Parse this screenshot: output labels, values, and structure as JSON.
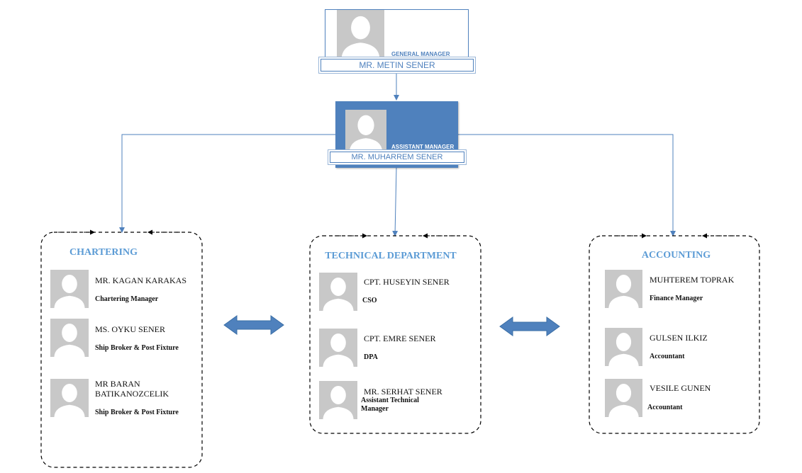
{
  "colors": {
    "accent": "#4f81bd",
    "accent_light": "#5b9bd5",
    "avatar_bg": "#c8c8c8",
    "assistant_box": "#4f81bd"
  },
  "general_manager": {
    "title": "GENERAL MANAGER",
    "name": "MR. METIN SENER"
  },
  "assistant_manager": {
    "title": "ASSISTANT MANAGER",
    "name": "MR. MUHARREM SENER"
  },
  "departments": {
    "chartering": {
      "title": "CHARTERING",
      "members": [
        {
          "name": "MR. KAGAN KARAKAS",
          "role": "Chartering Manager"
        },
        {
          "name": "MS. OYKU SENER",
          "role": "Ship Broker & Post Fixture"
        },
        {
          "name_line1": "MR BARAN",
          "name_line2": "BATIKANOZCELIK",
          "role": "Ship Broker & Post Fixture"
        }
      ]
    },
    "technical": {
      "title": "TECHNICAL DEPARTMENT",
      "members": [
        {
          "name": "CPT. HUSEYIN SENER",
          "role": "CSO"
        },
        {
          "name": "CPT. EMRE SENER",
          "role": "DPA"
        },
        {
          "name": "MR. SERHAT SENER",
          "role_line1": "Assistant Technical",
          "role_line2": "Manager"
        }
      ]
    },
    "accounting": {
      "title": "ACCOUNTING",
      "members": [
        {
          "name": "MUHTEREM TOPRAK",
          "role": "Finance Manager"
        },
        {
          "name": "GULSEN ILKIZ",
          "role": "Accountant"
        },
        {
          "name": "VESILE GUNEN",
          "role": "Accountant"
        }
      ]
    }
  }
}
